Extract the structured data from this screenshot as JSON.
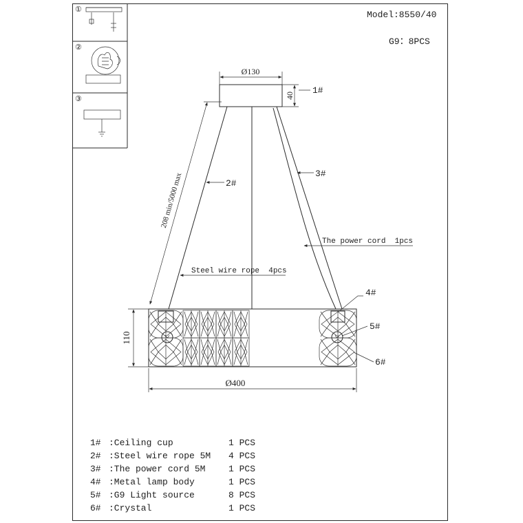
{
  "header": {
    "model": "Model:8550/40",
    "bulbs": "G9：8PCS"
  },
  "install_steps": [
    {
      "number": "①"
    },
    {
      "number": "②"
    },
    {
      "number": "③"
    }
  ],
  "dimensions": {
    "cup_diameter": "Ø130",
    "cup_height": "40",
    "hang_length": "208 min/5000 max",
    "body_height": "110",
    "body_diameter": "Ø400"
  },
  "callouts": {
    "c1": "1#",
    "c2": "2#",
    "c3": "3#",
    "c4": "4#",
    "c5": "5#",
    "c6": "6#"
  },
  "annotations": {
    "power_cord": "The power cord  1pcs",
    "steel_wire": "Steel wire rope  4pcs"
  },
  "parts": [
    {
      "id": "1#",
      "name": ":Ceiling cup",
      "qty": "1 PCS"
    },
    {
      "id": "2#",
      "name": ":Steel wire rope 5M",
      "qty": "4 PCS"
    },
    {
      "id": "3#",
      "name": ":The power cord 5M",
      "qty": "1 PCS"
    },
    {
      "id": "4#",
      "name": ":Metal lamp body",
      "qty": "1 PCS"
    },
    {
      "id": "5#",
      "name": ":G9 Light source",
      "qty": "8 PCS"
    },
    {
      "id": "6#",
      "name": ":Crystal",
      "qty": "1 PCS"
    }
  ]
}
